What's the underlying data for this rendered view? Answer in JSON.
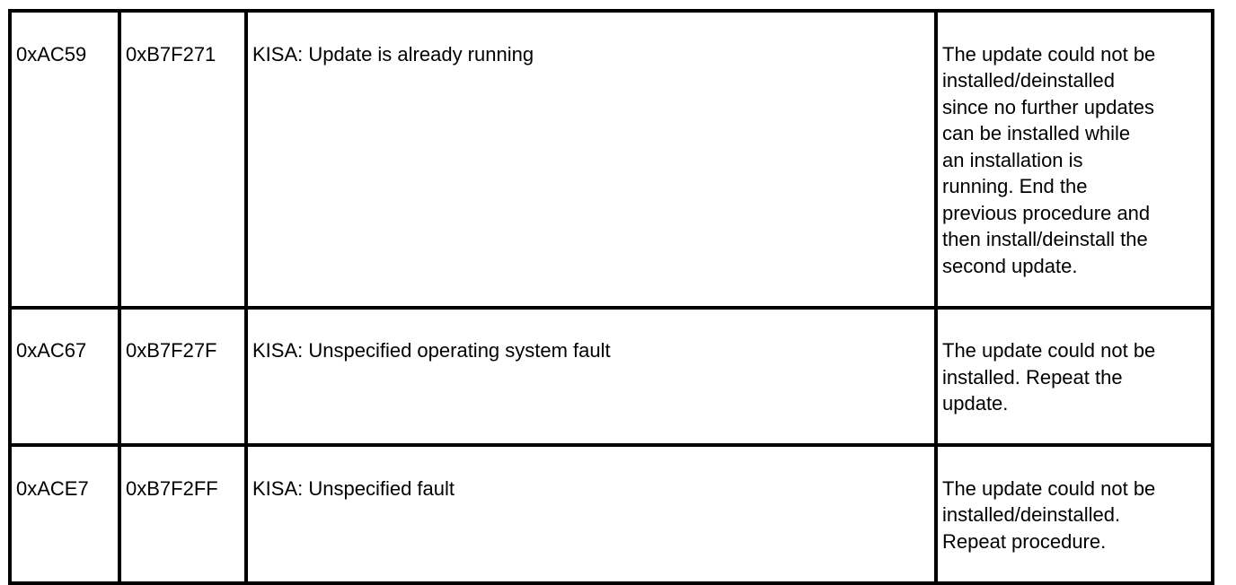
{
  "table": {
    "columns": [
      {
        "key": "code",
        "name": "error-code-column"
      },
      {
        "key": "hex",
        "name": "hex-code-column"
      },
      {
        "key": "message",
        "name": "message-column"
      },
      {
        "key": "description",
        "name": "description-column"
      }
    ],
    "rows": [
      {
        "code": "0xAC59",
        "hex": "0xB7F271",
        "message": "KISA: Update is already running",
        "description": "The update could not be\ninstalled/deinstalled\nsince no further updates\ncan be installed while\nan installation is\nrunning. End the\nprevious procedure and\nthen install/deinstall the\nsecond update."
      },
      {
        "code": "0xAC67",
        "hex": "0xB7F27F",
        "message": "KISA: Unspecified operating system fault",
        "description": "The update could not be\ninstalled. Repeat the\nupdate."
      },
      {
        "code": "0xACE7",
        "hex": "0xB7F2FF",
        "message": "KISA: Unspecified fault",
        "description": "The update could not be\ninstalled/deinstalled.\nRepeat procedure."
      }
    ]
  },
  "colors": {
    "border": "#000000",
    "text": "#000000",
    "background": "#ffffff"
  }
}
